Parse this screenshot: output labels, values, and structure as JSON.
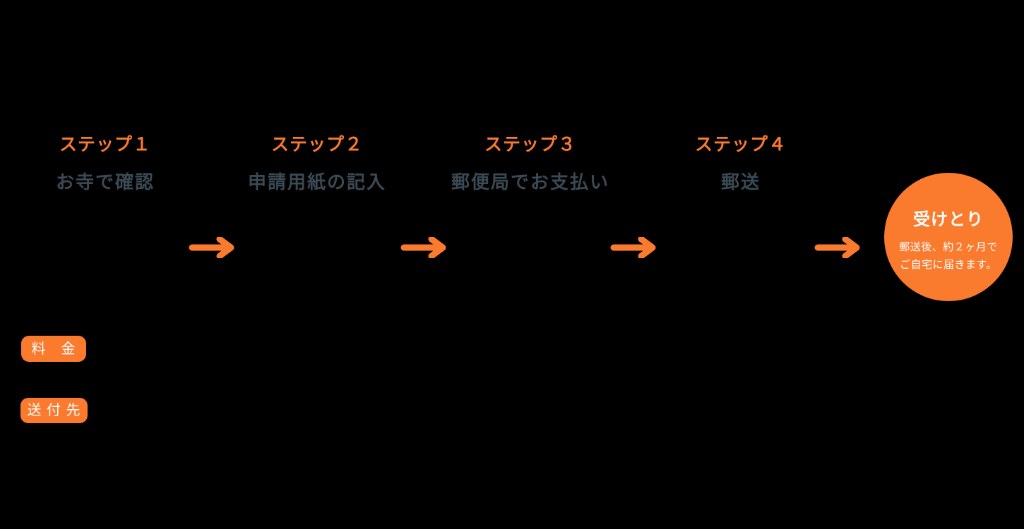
{
  "diagram": {
    "steps": [
      {
        "label": "ステップ１",
        "title": "お寺で確認"
      },
      {
        "label": "ステップ２",
        "title": "申請用紙の記入"
      },
      {
        "label": "ステップ３",
        "title": "郵便局でお支払い"
      },
      {
        "label": "ステップ４",
        "title": "郵送"
      }
    ],
    "goal": {
      "title": "受けとり",
      "description_line1": "郵送後、約２ヶ月で",
      "description_line2": "ご自宅に届きます。"
    },
    "section_badges": {
      "fee": {
        "label": "料　金"
      },
      "address": {
        "label": "送 付 先"
      }
    },
    "colors": {
      "accent_orange": "#FA7A2E",
      "step_title_text": "#3A4953",
      "circle_text": "#FFFFFF",
      "background": "#000000"
    }
  }
}
